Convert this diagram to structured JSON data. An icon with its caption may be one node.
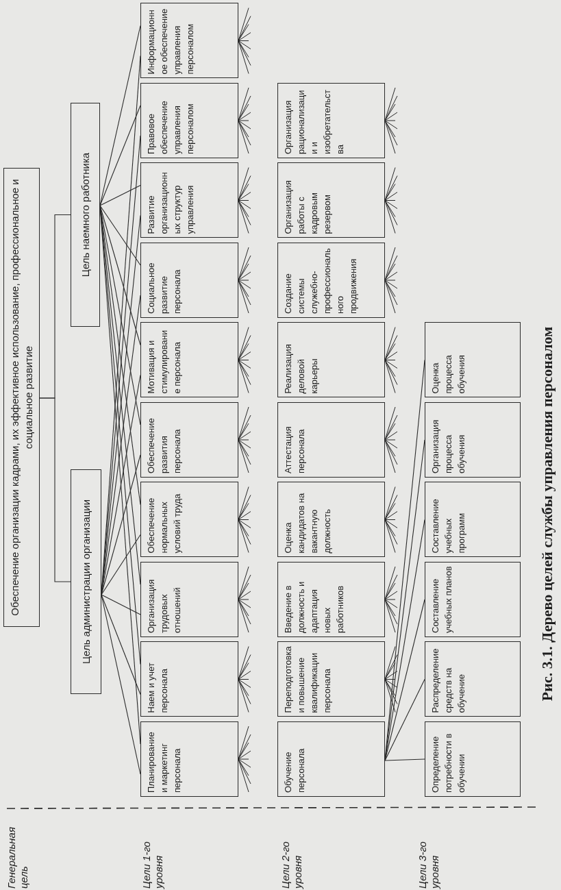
{
  "diagram": {
    "caption": "Рис. 3.1. Дерево целей службы управления персоналом",
    "nodes": [
      {
        "text": [
          "Обеспечение организации кадрами, их эффективное использование, профессиональное и социальное развитие"
        ]
      },
      {
        "text": [
          "Цель администрации организации"
        ]
      },
      {
        "text": [
          "Цель наемного работника"
        ]
      },
      {
        "text": [
          "Планирование и маркетинг персонала"
        ]
      },
      {
        "text": [
          "Наем и учет персонала"
        ]
      },
      {
        "text": [
          "Организация трудовых отношений"
        ]
      },
      {
        "text": [
          "Обеспечение нормальных условий труда"
        ]
      },
      {
        "text": [
          "Обеспечение развития персонала"
        ]
      },
      {
        "text": [
          "Мотивация и стимулирование персонала"
        ]
      },
      {
        "text": [
          "Социальное развитие персонала"
        ]
      },
      {
        "text": [
          "Развитие организационных структур управления"
        ]
      },
      {
        "text": [
          "Правовое обеспечение управления персоналом"
        ]
      },
      {
        "text": [
          "Информационное обеспечение управления персоналом"
        ]
      },
      {
        "text": [
          "Обучение персонала"
        ]
      },
      {
        "text": [
          "Переподготовка и повышение квалификации персонала"
        ]
      },
      {
        "text": [
          "Введение в должность и адаптация новых работников"
        ]
      },
      {
        "text": [
          "Оценка кандидатов на вакантную должность"
        ]
      },
      {
        "text": [
          "Аттестация персонала"
        ]
      },
      {
        "text": [
          "Реализация деловой карьеры"
        ]
      },
      {
        "text": [
          "Создание системы служебно-профессионального продвижения"
        ]
      },
      {
        "text": [
          "Организация работы с кадровым резервом"
        ]
      },
      {
        "text": [
          "Организация рационализации и изобретательства"
        ]
      },
      {
        "text": [
          "Определение потребности в обучении"
        ]
      },
      {
        "text": [
          "Распределение средств на обучение"
        ]
      },
      {
        "text": [
          "Составление учебных планов"
        ]
      },
      {
        "text": [
          "Составление учебных программ"
        ]
      },
      {
        "text": [
          "Организация процесса обучения"
        ]
      },
      {
        "text": [
          "Оценка процесса обучения"
        ]
      }
    ],
    "edges": [
      {
        "from": 0,
        "to": 1,
        "arrow": "none"
      },
      {
        "from": 0,
        "to": 2,
        "arrow": "none"
      },
      {
        "from": 1,
        "to": 3,
        "arrow": "none"
      },
      {
        "from": 1,
        "to": 4,
        "arrow": "none"
      },
      {
        "from": 1,
        "to": 5,
        "arrow": "none"
      },
      {
        "from": 1,
        "to": 6,
        "arrow": "none"
      },
      {
        "from": 1,
        "to": 7,
        "arrow": "none"
      },
      {
        "from": 1,
        "to": 8,
        "arrow": "none"
      },
      {
        "from": 1,
        "to": 9,
        "arrow": "none"
      },
      {
        "from": 1,
        "to": 10,
        "arrow": "none"
      },
      {
        "from": 1,
        "to": 11,
        "arrow": "none"
      },
      {
        "from": 1,
        "to": 12,
        "arrow": "none"
      },
      {
        "from": 2,
        "to": 3,
        "arrow": "none"
      },
      {
        "from": 2,
        "to": 4,
        "arrow": "none"
      },
      {
        "from": 2,
        "to": 5,
        "arrow": "none"
      },
      {
        "from": 2,
        "to": 6,
        "arrow": "none"
      },
      {
        "from": 2,
        "to": 7,
        "arrow": "none"
      },
      {
        "from": 2,
        "to": 8,
        "arrow": "none"
      },
      {
        "from": 2,
        "to": 9,
        "arrow": "none"
      },
      {
        "from": 2,
        "to": 10,
        "arrow": "none"
      },
      {
        "from": 2,
        "to": 11,
        "arrow": "none"
      },
      {
        "from": 2,
        "to": 12,
        "arrow": "none"
      },
      {
        "from": 13,
        "to": 22,
        "arrow": "none"
      },
      {
        "from": 13,
        "to": 23,
        "arrow": "none"
      },
      {
        "from": 13,
        "to": 24,
        "arrow": "none"
      },
      {
        "from": 13,
        "to": 25,
        "arrow": "none"
      },
      {
        "from": 13,
        "to": 26,
        "arrow": "none"
      },
      {
        "from": 13,
        "to": 27,
        "arrow": "none"
      }
    ],
    "labels": [
      "Генеральная цель",
      "Цели 1-го уровня",
      "Цели 2-го уровня",
      "Цели 3-го уровня"
    ]
  }
}
